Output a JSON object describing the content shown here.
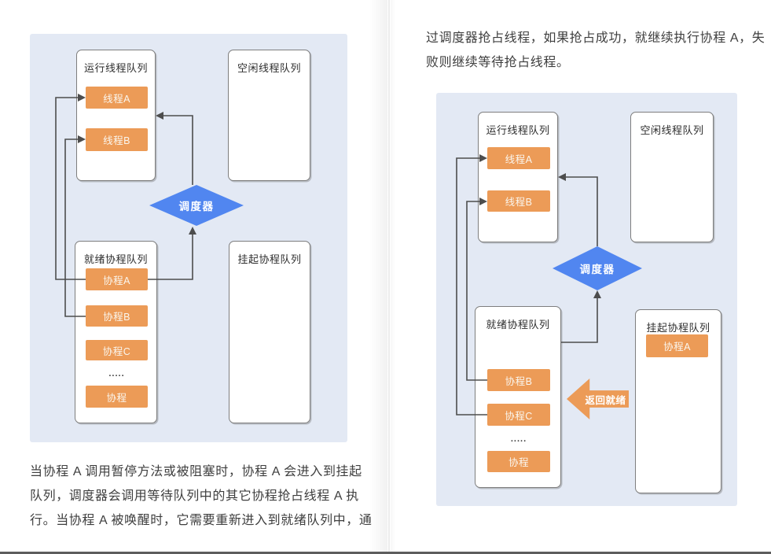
{
  "colors": {
    "panel_bg": "#e3e9f4",
    "item_orange": "#ec9b57",
    "scheduler_blue": "#5186f0",
    "connector_gray": "#4d4d4d"
  },
  "left": {
    "diagram": {
      "running_queue_title": "运行线程队列",
      "running_items": [
        "线程A",
        "线程B"
      ],
      "idle_queue_title": "空闲线程队列",
      "scheduler_label": "调度器",
      "ready_queue_title": "就绪协程队列",
      "ready_items": [
        "协程A",
        "协程B",
        "协程C",
        ".....",
        "协程"
      ],
      "suspended_queue_title": "挂起协程队列"
    },
    "paragraph_lines": [
      "当协程 A 调用暂停方法或被阻塞时，协程 A 会进入到挂起",
      "队列，调度器会调用等待队列中的其它协程抢占线程 A 执",
      "行。当协程 A 被唤醒时，它需要重新进入到就绪队列中，通"
    ]
  },
  "right": {
    "paragraph_lines": [
      "过调度器抢占线程，如果抢占成功，就继续执行协程 A，失",
      "败则继续等待抢占线程。"
    ],
    "diagram": {
      "running_queue_title": "运行线程队列",
      "running_items": [
        "线程A",
        "线程B"
      ],
      "idle_queue_title": "空闲线程队列",
      "scheduler_label": "调度器",
      "ready_queue_title": "就绪协程队列",
      "ready_items": [
        "协程B",
        "协程C",
        ".....",
        "协程"
      ],
      "suspended_queue_title": "挂起协程队列",
      "suspended_items": [
        "协程A"
      ],
      "return_arrow_label": "返回就绪"
    }
  }
}
